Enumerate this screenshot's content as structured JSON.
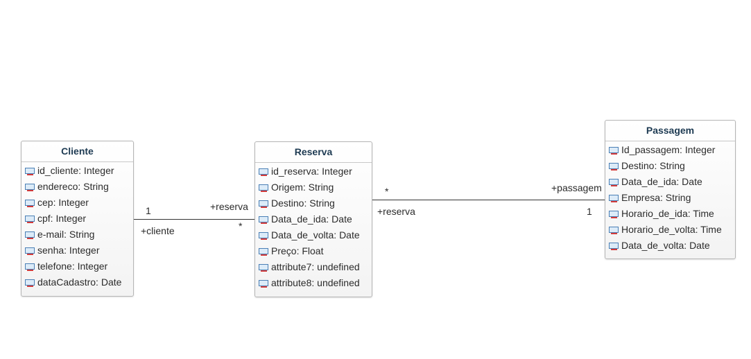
{
  "classes": {
    "cliente": {
      "name": "Cliente",
      "attributes": [
        "id_cliente: Integer",
        "endereco: String",
        "cep: Integer",
        "cpf: Integer",
        "e-mail: String",
        "senha: Integer",
        "telefone: Integer",
        "dataCadastro: Date"
      ]
    },
    "reserva": {
      "name": "Reserva",
      "attributes": [
        "id_reserva: Integer",
        "Origem: String",
        "Destino: String",
        "Data_de_ida: Date",
        "Data_de_volta: Date",
        "Preço: Float",
        "attribute7: undefined",
        "attribute8: undefined"
      ]
    },
    "passagem": {
      "name": "Passagem",
      "attributes": [
        "Id_passagem: Integer",
        "Destino: String",
        "Data_de_ida: Date",
        "Empresa: String",
        "Horario_de_ida: Time",
        "Horario_de_volta: Time",
        "Data_de_volta: Date"
      ]
    }
  },
  "associations": {
    "cliente_reserva": {
      "mult_cliente": "1",
      "role_cliente": "+cliente",
      "mult_reserva": "*",
      "role_reserva": "+reserva"
    },
    "reserva_passagem": {
      "mult_reserva": "*",
      "role_reserva": "+reserva",
      "mult_passagem": "1",
      "role_passagem": "+passagem"
    }
  }
}
